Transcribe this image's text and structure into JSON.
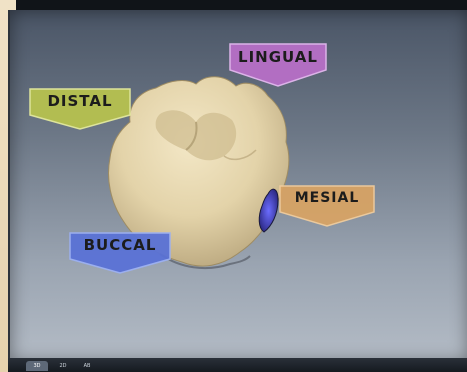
{
  "labels": {
    "lingual": {
      "text": "LINGUAL",
      "color": "#b76fc7"
    },
    "distal": {
      "text": "DISTAL",
      "color": "#b7c24f"
    },
    "mesial": {
      "text": "MESIAL",
      "color": "#d7a365"
    },
    "buccal": {
      "text": "BUCCAL",
      "color": "#5a72d6"
    }
  },
  "view_tabs": [
    "3D",
    "2D",
    "AB"
  ],
  "active_tab": "3D",
  "colors": {
    "tooth": "#e3d3a9",
    "highlight_region": "#4c47b8",
    "viewport_top": "#4a5566",
    "viewport_bottom": "#b4bcc6"
  }
}
